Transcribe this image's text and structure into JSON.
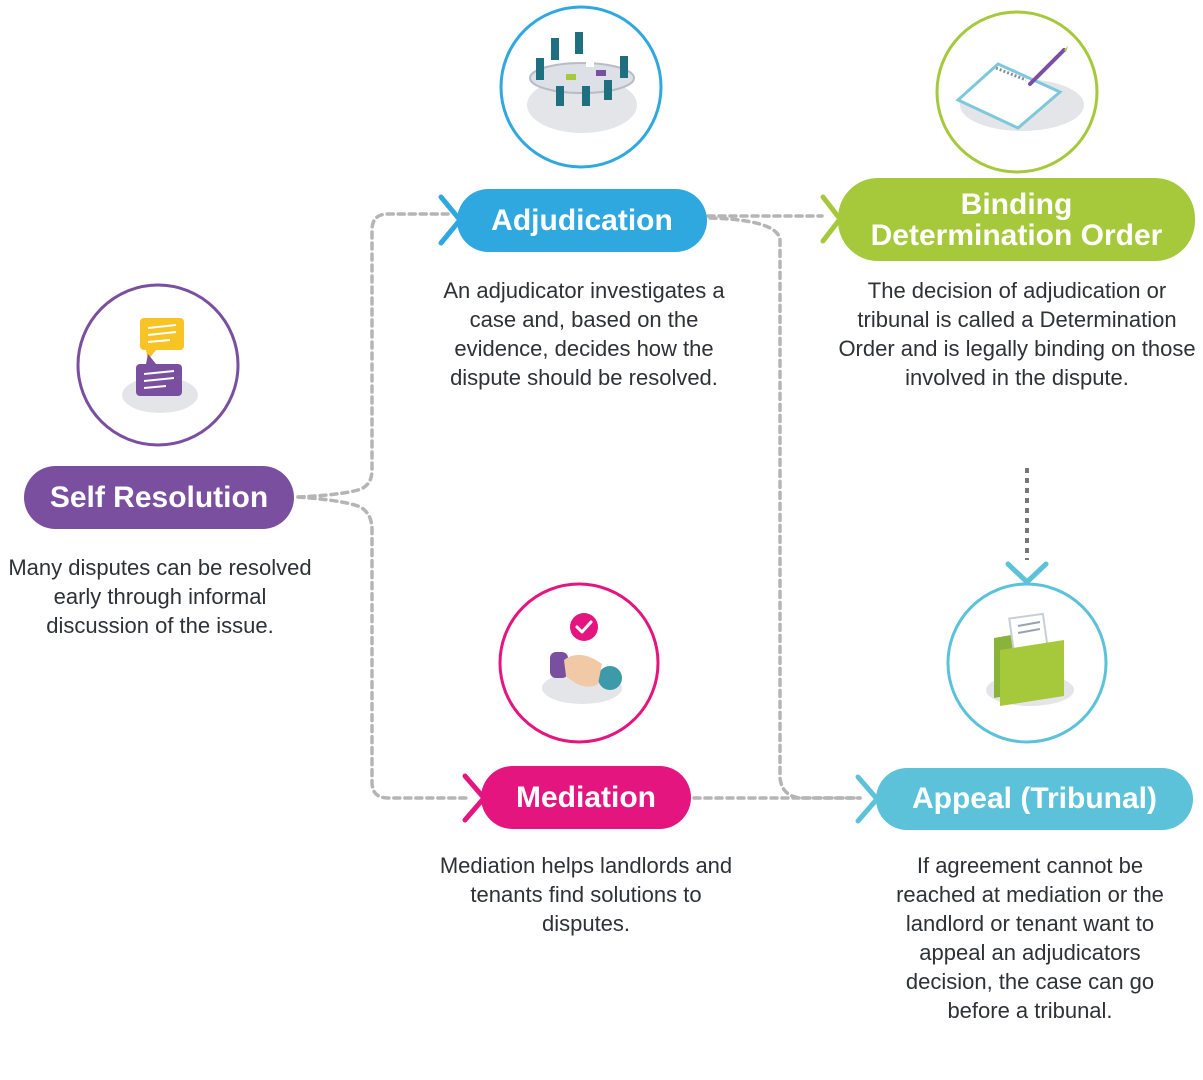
{
  "colors": {
    "self": "#7a4fa0",
    "adjudication": "#2fa8e0",
    "binding": "#a6c93c",
    "mediation": "#e4157f",
    "appeal": "#5bc2d9",
    "connector": "#b5b5b5",
    "connector_dark": "#777777",
    "text": "#2e3136"
  },
  "icons": {
    "self": "chat-bubbles-icon",
    "adjudication": "meeting-table-icon",
    "binding": "notebook-pen-icon",
    "mediation": "handshake-icon",
    "appeal": "folder-document-icon"
  },
  "steps": {
    "self_resolution": {
      "title": "Self Resolution",
      "description": "Many disputes can be resolved early through informal discussion of the issue."
    },
    "adjudication": {
      "title": "Adjudication",
      "description": "An adjudicator investigates a case and, based on the evidence, decides how the dispute should be resolved."
    },
    "binding": {
      "title_line1": "Binding",
      "title_line2": "Determination Order",
      "description": "The decision of adjudication or tribunal is called a Determination Order and is legally binding on those involved in the dispute."
    },
    "mediation": {
      "title": "Mediation",
      "description": "Mediation helps landlords and tenants find solutions to disputes."
    },
    "appeal": {
      "title": "Appeal (Tribunal)",
      "description": "If agreement cannot be reached at mediation or the landlord or tenant want to appeal an adjudicators decision, the case can go before a tribunal."
    }
  }
}
